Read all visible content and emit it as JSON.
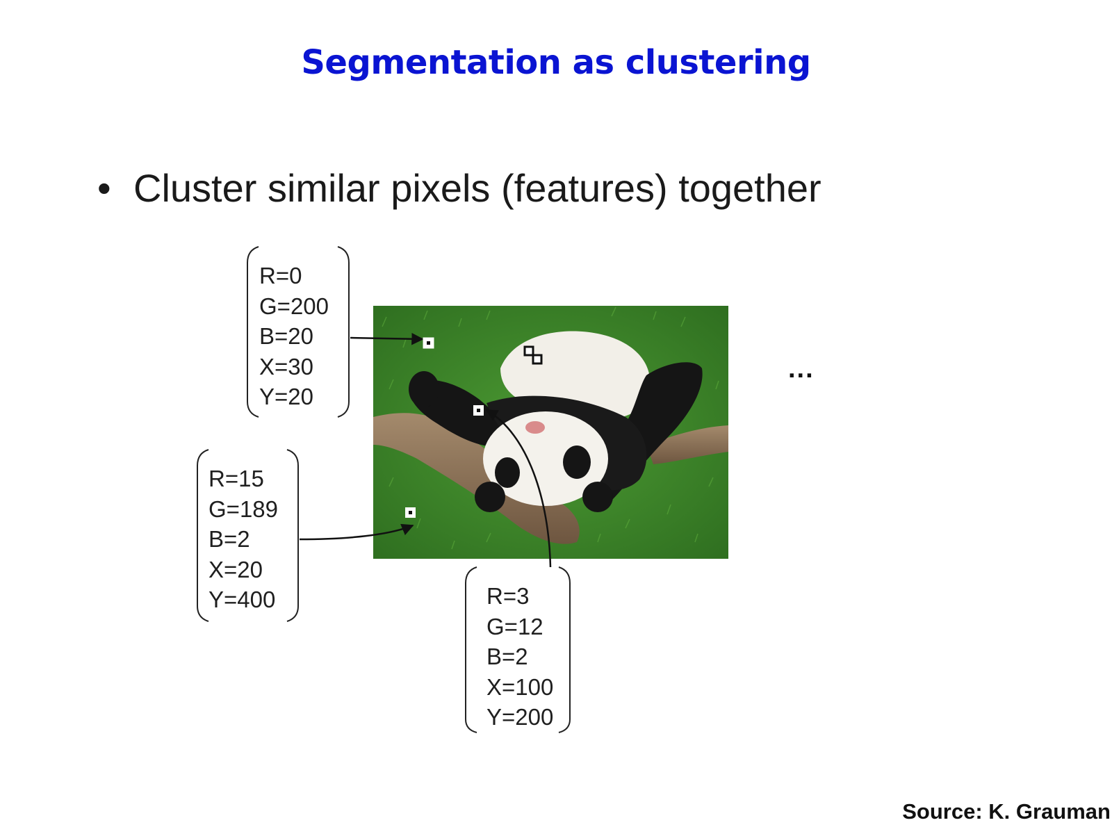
{
  "title": "Segmentation as clustering",
  "bullet": {
    "marker": "•",
    "text": "Cluster similar pixels (features) together"
  },
  "feature_vectors": [
    {
      "lines": [
        "R=0",
        "G=200",
        "B=20",
        "X=30",
        "Y=20"
      ]
    },
    {
      "lines": [
        "R=15",
        "G=189",
        "B=2",
        "X=20",
        "Y=400"
      ]
    },
    {
      "lines": [
        "R=3",
        "G=12",
        "B=2",
        "X=100",
        "Y=200"
      ]
    }
  ],
  "ellipsis": "...",
  "source": "Source: K. Grauman",
  "colors": {
    "title": "#0a14d2",
    "grass": "#3f8a2a",
    "branch": "#8f7558",
    "panda_white": "#f2efe8",
    "panda_black": "#151515"
  }
}
